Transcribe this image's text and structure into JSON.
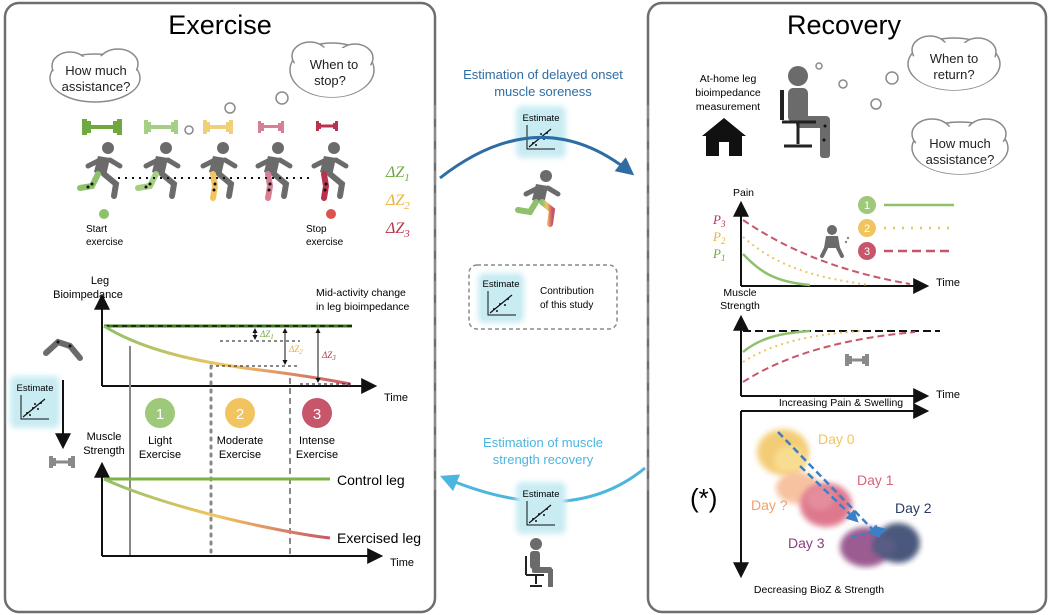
{
  "exercise": {
    "title": "Exercise",
    "thought_assistance": [
      "How much",
      "assistance?"
    ],
    "thought_stop": [
      "When to",
      "stop?"
    ],
    "start_label": [
      "Start",
      "exercise"
    ],
    "stop_label": [
      "Stop",
      "exercise"
    ],
    "dz1": "ΔZ",
    "dz2": "ΔZ",
    "dz3": "ΔZ",
    "sub1": "1",
    "sub2": "2",
    "sub3": "3",
    "leg_bioimpedance_label": [
      "Leg",
      "Bioimpedance"
    ],
    "mid_activity_label": [
      "Mid-activity change",
      "in leg bioimpedance"
    ],
    "time_label": "Time",
    "estimate_label": "Estimate",
    "muscle_strength_label": [
      "Muscle",
      "Strength"
    ],
    "phases": [
      {
        "num": "1",
        "label": [
          "Light",
          "Exercise"
        ],
        "color": "#9ec97a"
      },
      {
        "num": "2",
        "label": [
          "Moderate",
          "Exercise"
        ],
        "color": "#f2c45f"
      },
      {
        "num": "3",
        "label": [
          "Intense",
          "Exercise"
        ],
        "color": "#c8566b"
      }
    ],
    "control_leg": "Control leg",
    "exercised_leg": "Exercised leg"
  },
  "middle": {
    "doms_title": [
      "Estimation of delayed onset",
      "muscle soreness"
    ],
    "estimate_label": "Estimate",
    "contribution": [
      "Contribution",
      "of this study"
    ],
    "recovery_title": [
      "Estimation of muscle",
      "strength recovery"
    ]
  },
  "recovery": {
    "title": "Recovery",
    "athome": [
      "At-home leg",
      "bioimpedance",
      "measurement"
    ],
    "thought_return": [
      "When to",
      "return?"
    ],
    "thought_assistance": [
      "How much",
      "assistance?"
    ],
    "pain_label": "Pain",
    "p_labels": [
      "P",
      "P",
      "P"
    ],
    "p_subs": [
      "3",
      "2",
      "1"
    ],
    "legend_nums": [
      "1",
      "2",
      "3"
    ],
    "time_label": "Time",
    "muscle_strength_label": [
      "Muscle",
      "Strength"
    ],
    "increasing_label": "Increasing Pain & Swelling",
    "days": [
      {
        "label": "Day 0",
        "color": "#f2c45f"
      },
      {
        "label": "Day 1",
        "color": "#d9627a"
      },
      {
        "label": "Day 2",
        "color": "#2a3a66"
      },
      {
        "label": "Day 3",
        "color": "#8a3f7e"
      },
      {
        "label": "Day ?",
        "color": "#f2a06a"
      }
    ],
    "asterisk": "(*)",
    "decreasing_label": "Decreasing BioZ & Strength"
  },
  "colors": {
    "green": "#8fc06b",
    "yellow": "#f2c45f",
    "red": "#c8566b",
    "dark_green": "#3a7a1a",
    "blue_dark": "#2e6da4",
    "blue_light": "#4cb5e0",
    "estimate_bg": "#c9ecf3"
  }
}
